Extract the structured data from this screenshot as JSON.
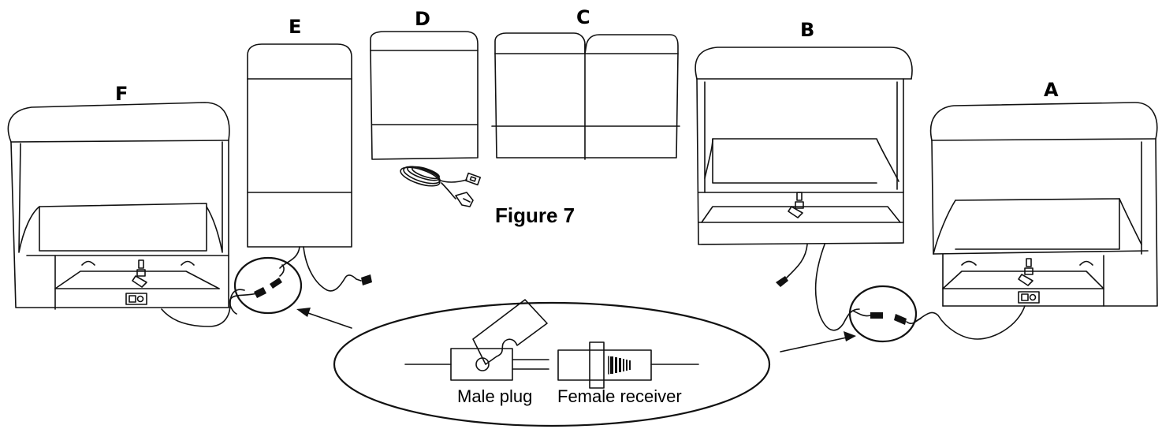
{
  "sections": {
    "a": "A",
    "b": "B",
    "c": "C",
    "d": "D",
    "e": "E",
    "f": "F"
  },
  "figure_title": "Figure 7",
  "callout": {
    "male_label": "Male plug",
    "female_label": "Female receiver"
  }
}
